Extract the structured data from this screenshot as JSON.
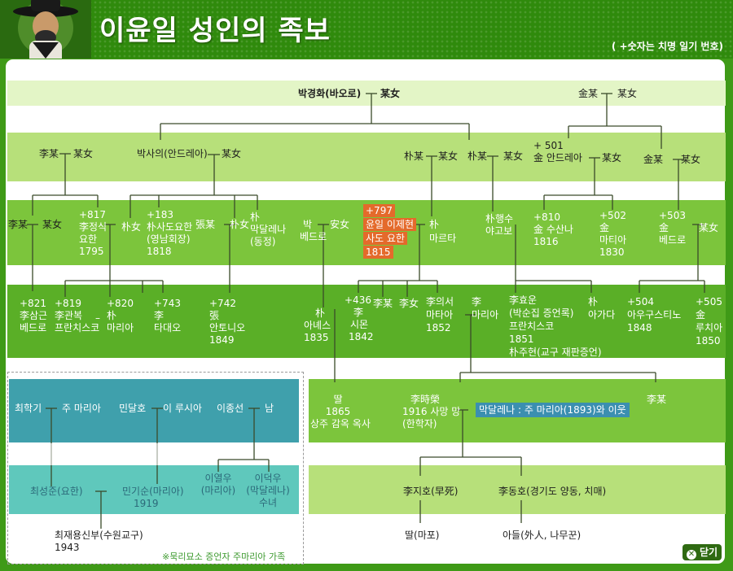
{
  "header": {
    "title": "이윤일 성인의 족보",
    "subtitle": "( +숫자는 치명 일기 번호)"
  },
  "tree": {
    "r1": {
      "a": "박경화(바오로)",
      "b": "某女",
      "c": "金某",
      "d": "某女"
    },
    "r2": {
      "a": "李某",
      "b": "某女",
      "c": "박사의(안드레아)",
      "d": "某女",
      "e": "朴某",
      "f": "某女",
      "g": "朴某",
      "h": "某女",
      "i1": "+ 501",
      "i2": "金 안드레아",
      "j": "某女",
      "k": "金某",
      "l": "某女"
    },
    "r3": {
      "a": "李某",
      "b": "某女",
      "c1": "+817",
      "c2": "李정식",
      "c3": "요한",
      "c4": "1795",
      "d": "朴女",
      "e1": "+183",
      "e2": "朴사도요한",
      "e3": "(영남회장)",
      "e4": "1818",
      "f": "張某",
      "g": "朴女",
      "h1": "朴",
      "h2": "막달레나",
      "h3": "(동정)",
      "i1": "박",
      "i2": "베드로",
      "j": "安女",
      "k1": "+797",
      "k2": "윤일 이제현",
      "k3": "사도 요한",
      "k4": "1815",
      "l1": "朴",
      "l2": "마르타",
      "m1": "朴행수",
      "m2": "야고보",
      "n1": "+810",
      "n2": "金 수산나",
      "n3": "1816",
      "o1": "+502",
      "o2": "金",
      "o3": "마티아",
      "o4": "1830",
      "p1": "+503",
      "p2": "金",
      "p3": "베드로",
      "q": "某女"
    },
    "r4": {
      "a1": "+821",
      "a2": "李삼근",
      "a3": "베드로",
      "b1": "+819",
      "b2": "李관복",
      "b3": "프란치스코",
      "dash": "–",
      "c1": "+820",
      "c2": "朴",
      "c3": "마리아",
      "d1": "+743",
      "d2": "李",
      "d3": "타대오",
      "e1": "+742",
      "e2": "張",
      "e3": "안토니오",
      "e4": "1849",
      "f1": "朴",
      "f2": "아녜스",
      "f3": "1835",
      "g1": "+436",
      "g2": "李",
      "g3": "시몬",
      "g4": "1842",
      "h": "李某",
      "i": "李女",
      "j1": "李의서",
      "j2": "마타아",
      "j3": "1852",
      "k1": "李",
      "k2": "마리아",
      "l1": "李효운",
      "l2": "(박순집 증언록)",
      "l3": "프란치스코",
      "l4": "1851",
      "l5": "朴주현(교구 재판증언)",
      "m1": "朴",
      "m2": "아가다",
      "n1": "+504",
      "n2": "아우구스티노",
      "n3": "1848",
      "o1": "+505",
      "o2": "金",
      "o3": "루치아",
      "o4": "1850"
    },
    "r5": {
      "a1": "딸",
      "a2": "1865",
      "a3": "상주 감옥 옥사",
      "b1": "李時榮",
      "b2": "1916 사망 망",
      "b3": "(한학자)",
      "c": "막달레나 : 주 마리아(1893)와 이웃",
      "d": "李某"
    },
    "r6": {
      "a": "李지호(早死)",
      "b": "李동호(경기도 양동, 치매)"
    },
    "r7": {
      "a": "딸(마포)",
      "b": "아들(外人, 나무꾼)"
    },
    "side": {
      "a": "최학기",
      "b": "주 마리아",
      "c": "민달호",
      "d": "이 루시아",
      "e": "이종선",
      "f": "남",
      "g": "최성준(요한)",
      "h1": "민기순(마리아)",
      "h2": "1919",
      "i1": "이열우",
      "i2": "(마리아)",
      "j1": "이덕우",
      "j2": "(막달레나)",
      "j3": "수녀",
      "k1": "최재용신부(수원교구)",
      "k2": "1943",
      "note": "※묵리묘소 증언자 주마리아 가족"
    }
  },
  "buttons": {
    "close": "닫기"
  },
  "colors": {
    "header": "#2f8a0c",
    "band_light": "#e3f5c6",
    "band_mid": "#b7e07a",
    "band_strong": "#6dba2d",
    "band_dark": "#4aa020",
    "teal": "#3fa0ac",
    "teal_light": "#5fc8bc",
    "highlight": "#e46a2b",
    "blue_label": "#3b8fb0"
  }
}
